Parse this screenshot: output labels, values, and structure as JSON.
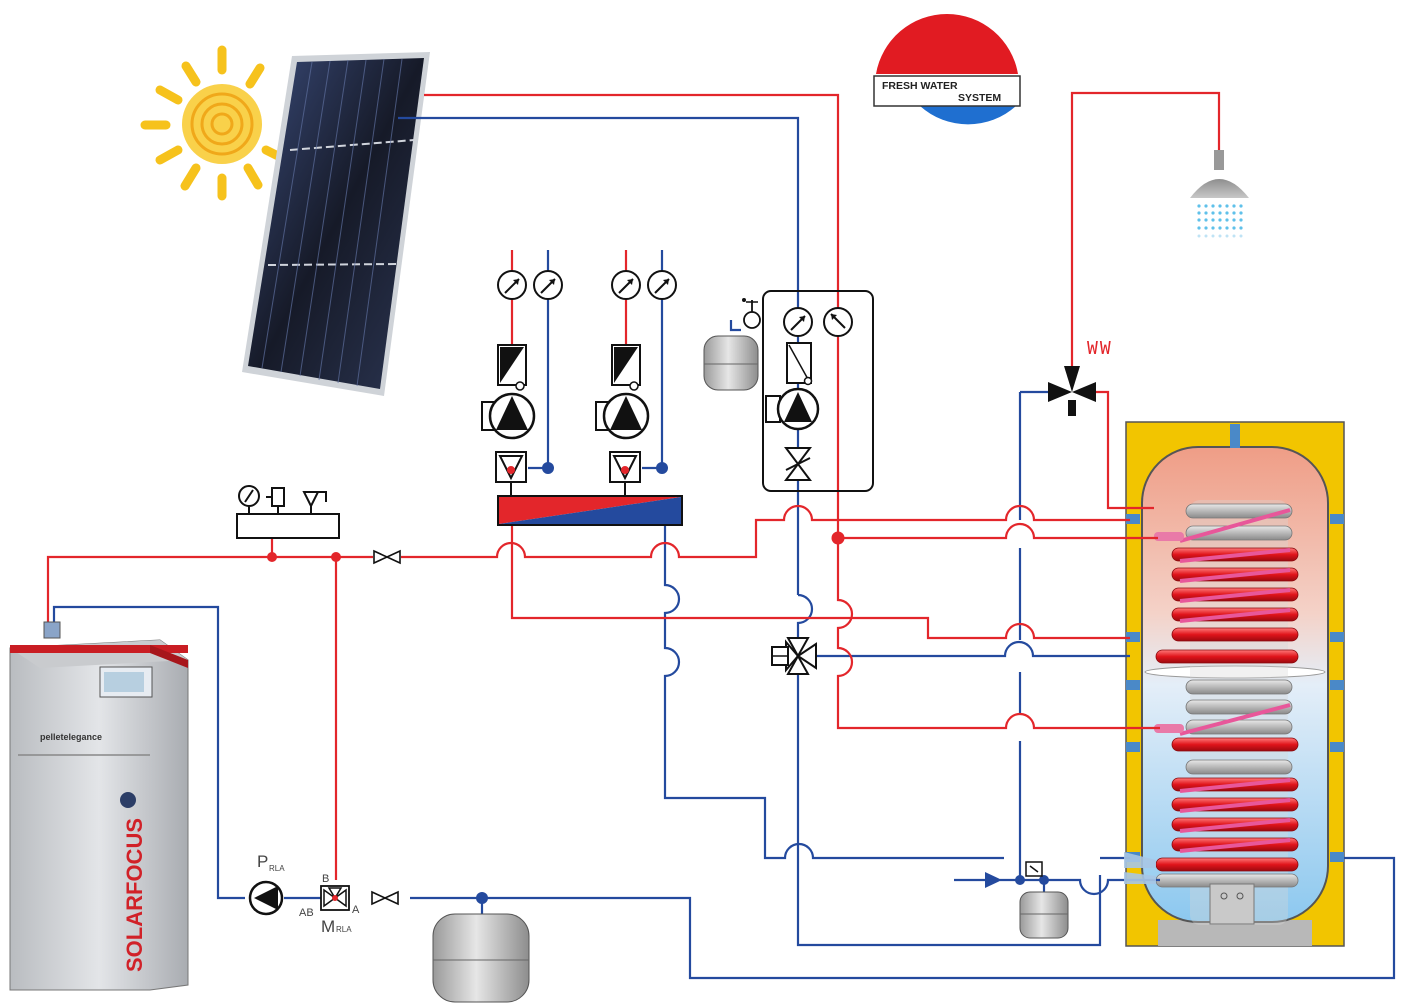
{
  "logo": {
    "line1": "FRESH WATER",
    "line2": "SYSTEM",
    "color_top": "#e11b22",
    "color_bottom": "#1f6fd0"
  },
  "labels": {
    "ww": "WW",
    "p": "P",
    "p_sub": "RLA",
    "m": "M",
    "m_sub": "RLA",
    "port_b": "B",
    "port_ab": "AB",
    "port_a": "A"
  },
  "boiler": {
    "brand": "SOLARFOCUS",
    "model": "pelletelegance"
  },
  "colors": {
    "hot": "#e3262b",
    "cold": "#244a9e",
    "tank_insulation": "#f2c500",
    "panel": "#1b1f2e"
  },
  "icons": [
    "sun-icon",
    "solar-collector-icon",
    "shower-icon",
    "pump-icon",
    "check-valve-icon",
    "thermometer-icon",
    "expansion-vessel-icon",
    "mixing-valve-icon",
    "shutoff-valve-icon",
    "safety-group-icon",
    "buffer-tank-icon",
    "pellet-boiler-icon",
    "heat-exchanger-coil-icon"
  ]
}
